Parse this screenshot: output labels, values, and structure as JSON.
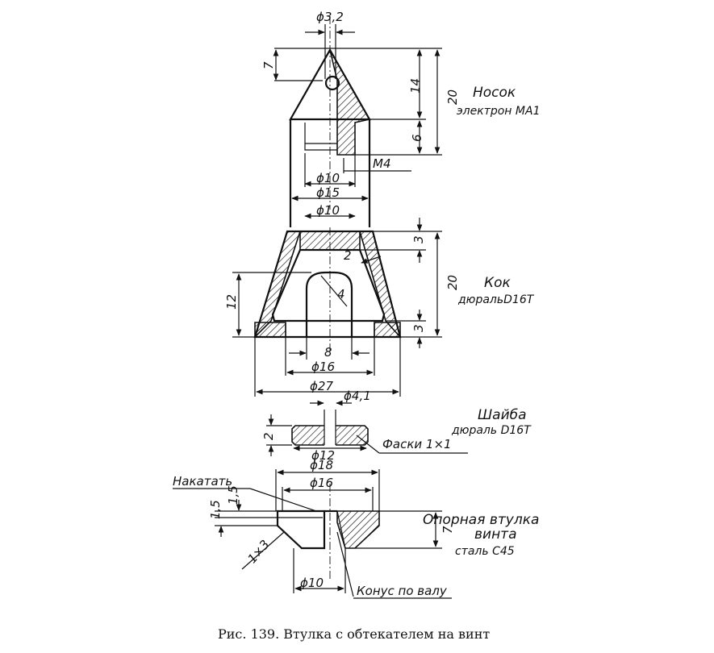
{
  "parts": {
    "nose": {
      "title": "Носок",
      "material": "электрон МА1"
    },
    "spinner": {
      "title": "Кок",
      "material": "дюральD16Т"
    },
    "washer": {
      "title": "Шайба",
      "material": "дюраль D16Т"
    },
    "bushing": {
      "title": "Опорная втулка",
      "title2": "винта",
      "material": "сталь С45"
    }
  },
  "dimensions": {
    "d32": "ϕ3,2",
    "h7": "7",
    "h14": "14",
    "h20a": "20",
    "h6": "6",
    "m4": "M4",
    "d10a": "ϕ10",
    "d15": "ϕ15",
    "d10b": "ϕ10",
    "h3a": "3",
    "t2": "2",
    "h20b": "20",
    "h12": "12",
    "r4": "4",
    "h3b": "3",
    "w8": "8",
    "d16a": "ϕ16",
    "d27": "ϕ27",
    "d41": "ϕ4,1",
    "h2": "2",
    "d12": "ϕ12",
    "chamfer": "Фаски 1×1",
    "d18": "ϕ18",
    "d16b": "ϕ16",
    "knurl": "Накатать",
    "h15a": "1,5",
    "h15b": "1,5",
    "c13": "1×3",
    "h7b": "7",
    "d10c": "ϕ10",
    "cone": "Конус по валу"
  },
  "caption": "Рис. 139. Втулка с обтекателем на винт"
}
